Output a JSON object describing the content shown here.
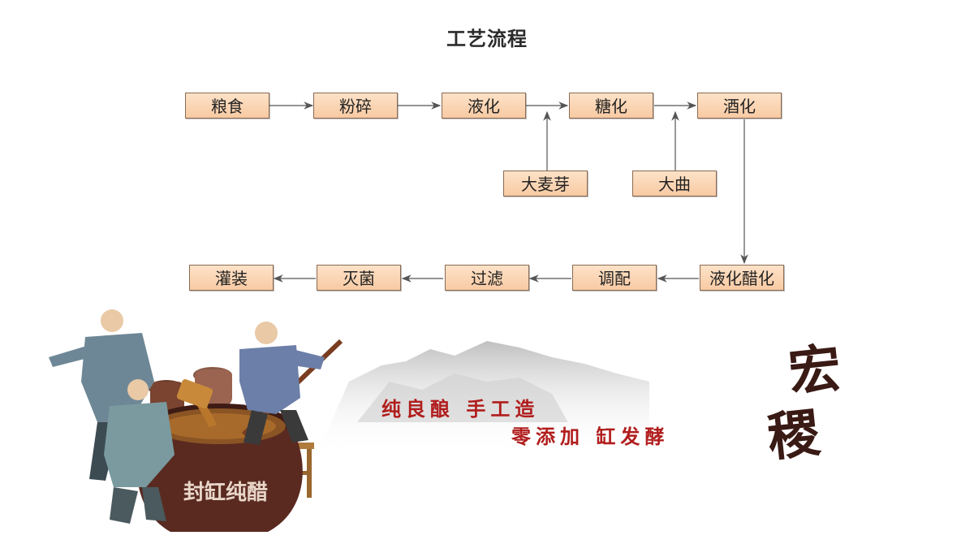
{
  "header": {
    "title": "工艺流程"
  },
  "flow": {
    "grain": "粮食",
    "crush": "粉碎",
    "liquefy": "液化",
    "saccharify": "糖化",
    "wine_ferment": "酒化",
    "malt": "大麦芽",
    "daqu": "大曲",
    "acetify": "液化醋化",
    "blend": "调配",
    "filter": "过滤",
    "sterilize": "灭菌",
    "bottle": "灌装"
  },
  "banner": {
    "slogan_line1": "纯良酿 手工造",
    "slogan_line2": "零添加 缸发酵",
    "brand_char1": "宏",
    "brand_char2": "稷",
    "jar_label": "封缸纯醋"
  },
  "colors": {
    "node_fill": "#fbd6b5",
    "node_border": "#8a6a52",
    "arrow": "#555555",
    "slogan": "#b11d1d",
    "brand": "#3a1a14"
  }
}
